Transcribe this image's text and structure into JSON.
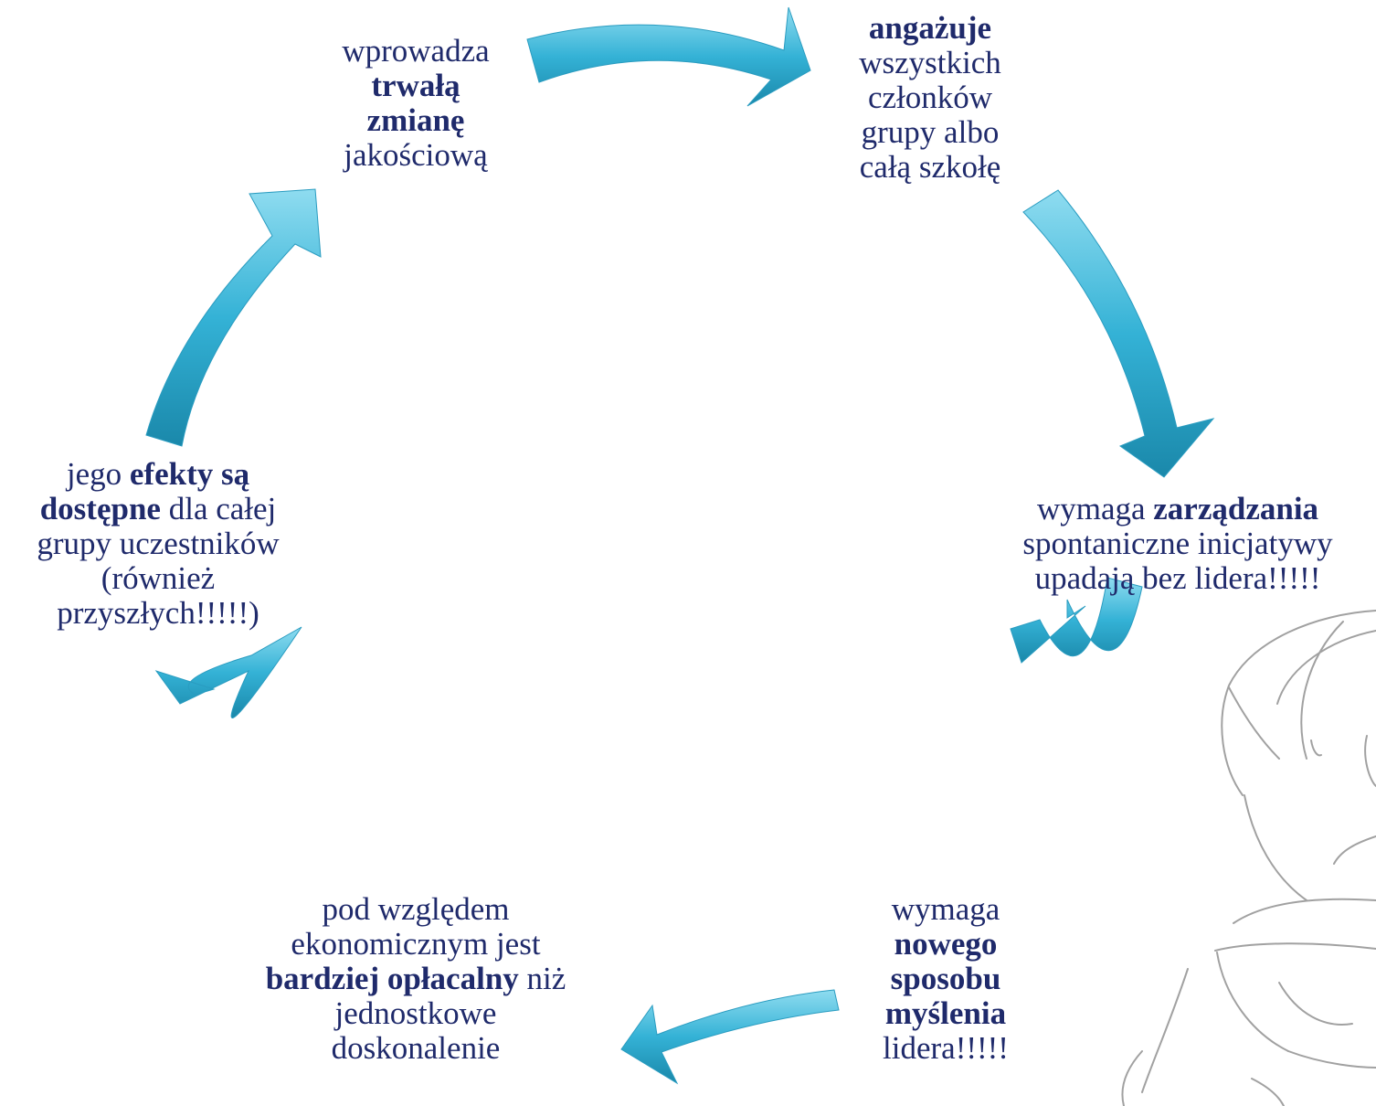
{
  "colors": {
    "arrow": "#34b2d6",
    "arrow_light": "#8fdcf0",
    "arrow_dark": "#1a88aa",
    "text": "#1f2a6b",
    "sketch": "#8a8a8a"
  },
  "nodes": {
    "top_left": {
      "lines": [
        [
          {
            "t": "wprowadza",
            "b": false
          }
        ],
        [
          {
            "t": "trwałą",
            "b": true
          }
        ],
        [
          {
            "t": "zmianę",
            "b": true
          }
        ],
        [
          {
            "t": "jakościową",
            "b": false
          }
        ]
      ]
    },
    "top_right": {
      "lines": [
        [
          {
            "t": "angażuje",
            "b": true
          }
        ],
        [
          {
            "t": "wszystkich",
            "b": false
          }
        ],
        [
          {
            "t": "członków",
            "b": false
          }
        ],
        [
          {
            "t": "grupy albo",
            "b": false
          }
        ],
        [
          {
            "t": "całą szkołę",
            "b": false
          }
        ]
      ]
    },
    "right": {
      "lines": [
        [
          {
            "t": "wymaga ",
            "b": false
          },
          {
            "t": "zarządzania",
            "b": true
          }
        ],
        [
          {
            "t": "spontaniczne inicjatywy",
            "b": false
          }
        ],
        [
          {
            "t": "upadają bez lidera!!!!!",
            "b": false
          }
        ]
      ]
    },
    "bottom_right": {
      "lines": [
        [
          {
            "t": "wymaga",
            "b": false
          }
        ],
        [
          {
            "t": "nowego",
            "b": true
          }
        ],
        [
          {
            "t": "sposobu",
            "b": true
          }
        ],
        [
          {
            "t": "myślenia",
            "b": true
          }
        ],
        [
          {
            "t": "lidera!!!!!",
            "b": false
          }
        ]
      ]
    },
    "bottom_left": {
      "lines": [
        [
          {
            "t": "pod względem",
            "b": false
          }
        ],
        [
          {
            "t": "ekonomicznym jest",
            "b": false
          }
        ],
        [
          {
            "t": "bardziej opłacalny",
            "b": true
          },
          {
            "t": " niż",
            "b": false
          }
        ],
        [
          {
            "t": "jednostkowe",
            "b": false
          }
        ],
        [
          {
            "t": "doskonalenie",
            "b": false
          }
        ]
      ]
    },
    "left": {
      "lines": [
        [
          {
            "t": "jego ",
            "b": false
          },
          {
            "t": "efekty są",
            "b": true
          }
        ],
        [
          {
            "t": "dostępne",
            "b": true
          },
          {
            "t": " dla całej",
            "b": false
          }
        ],
        [
          {
            "t": "grupy uczestników",
            "b": false
          }
        ],
        [
          {
            "t": "(również",
            "b": false
          }
        ],
        [
          {
            "t": "przyszłych!!!!!)",
            "b": false
          }
        ]
      ]
    }
  }
}
